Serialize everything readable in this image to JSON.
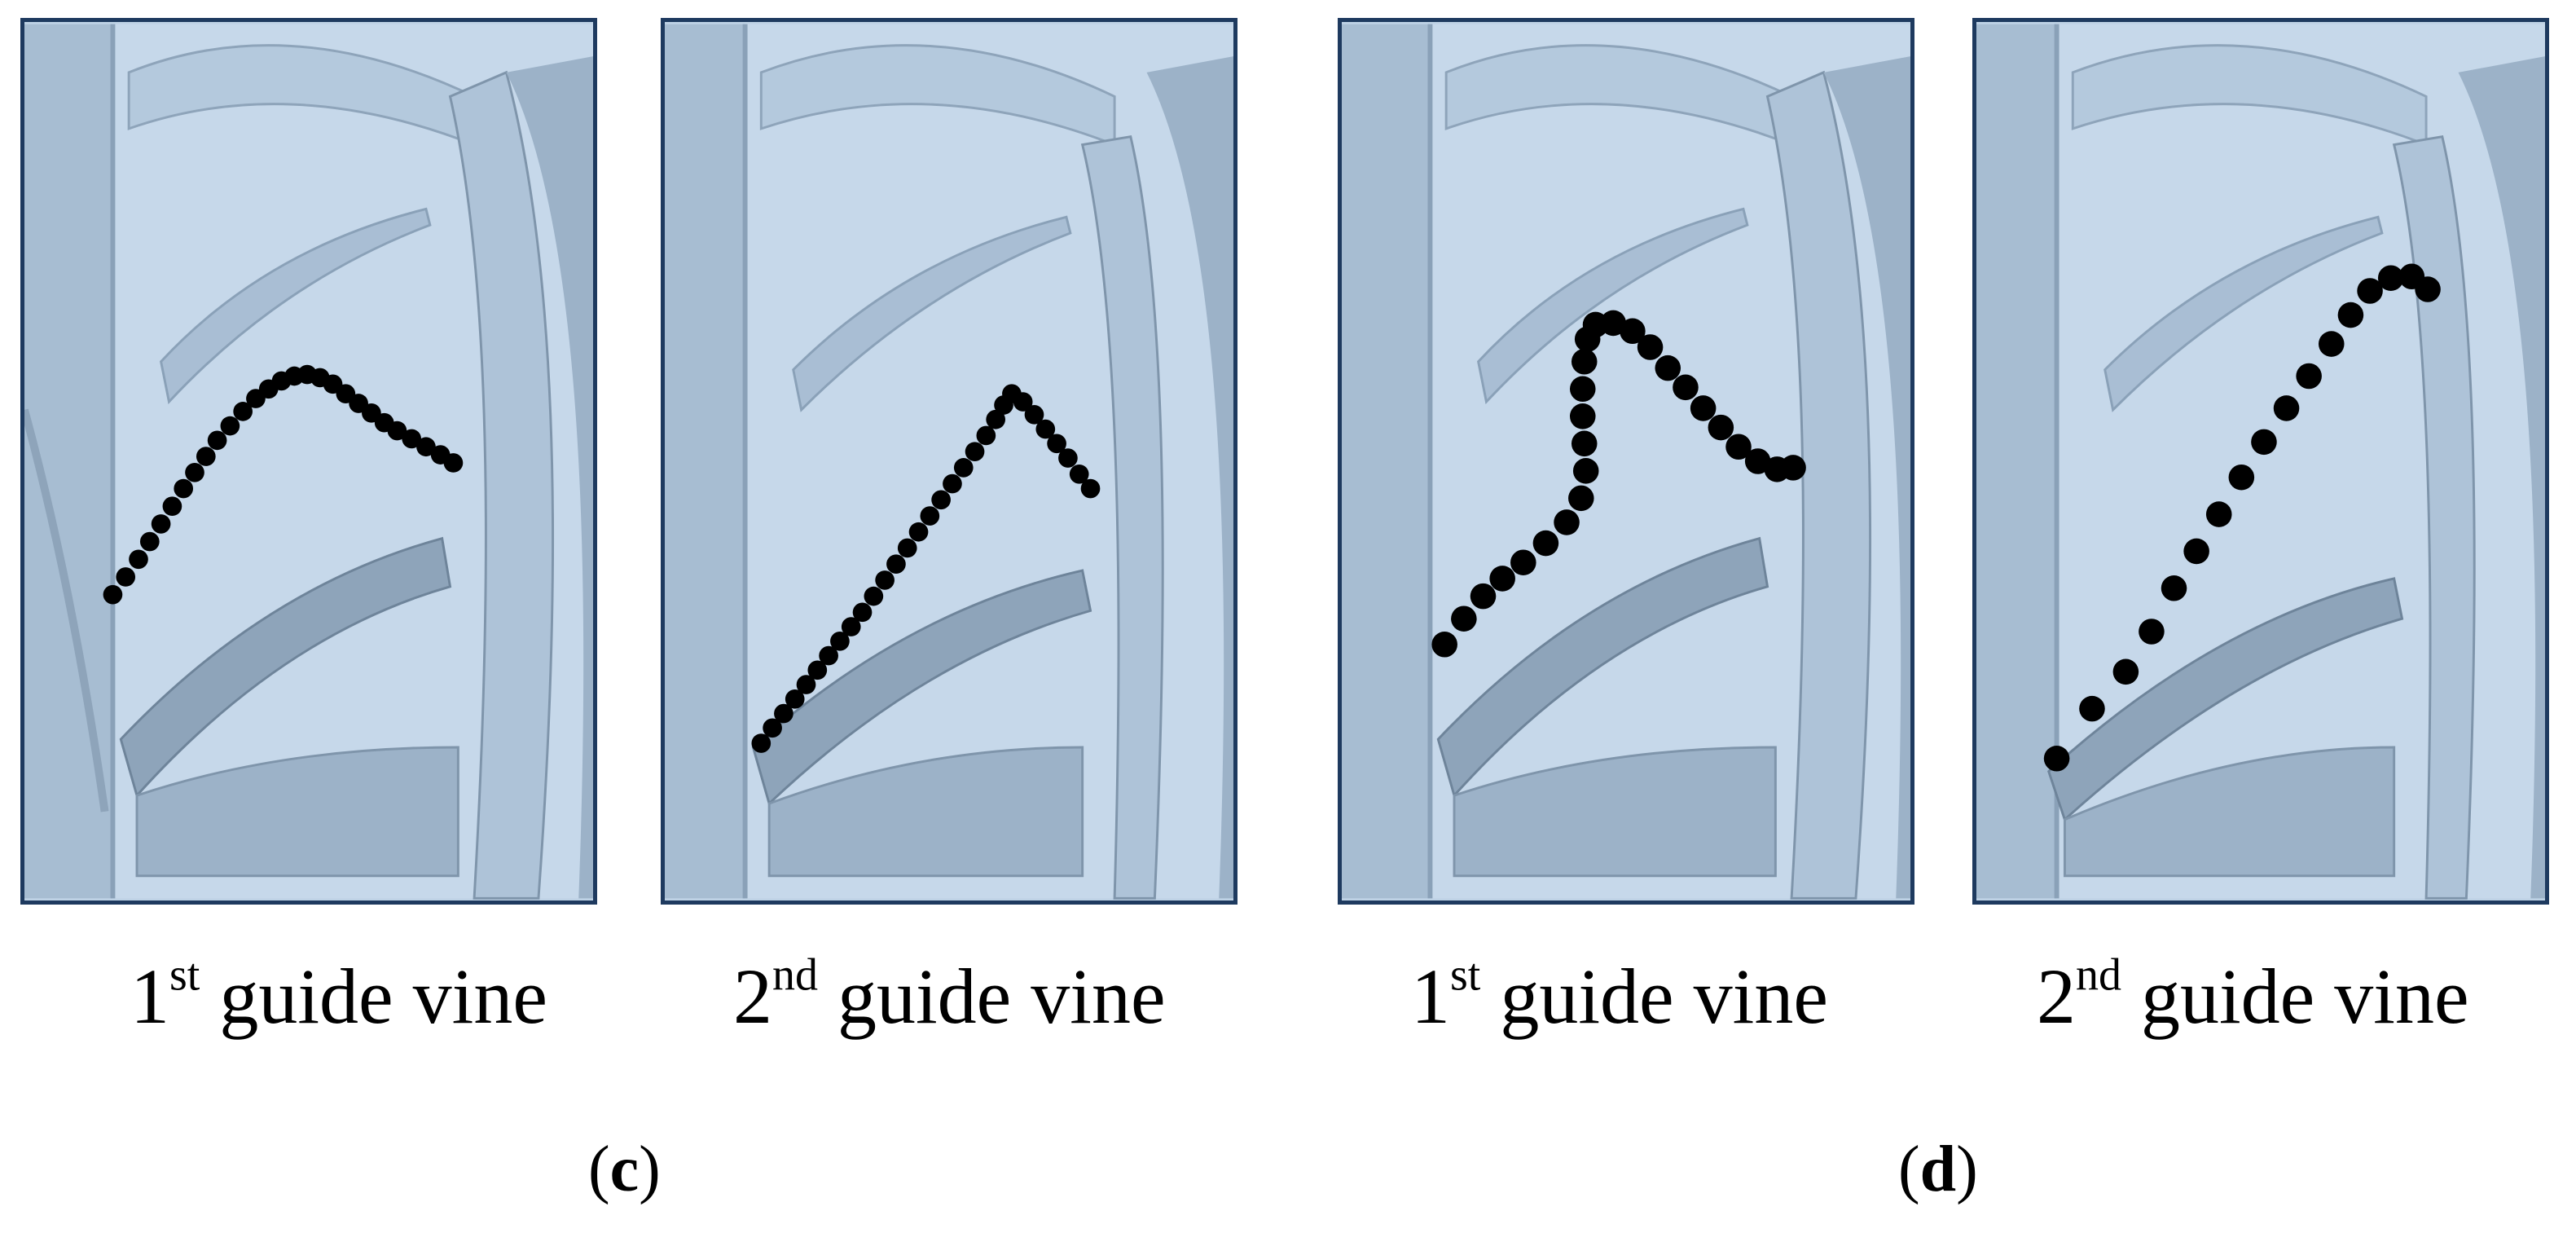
{
  "panels": [
    {
      "id": "c1",
      "group": "c",
      "caption_num": "1",
      "caption_sup": "st",
      "caption_text": " guide vine"
    },
    {
      "id": "c2",
      "group": "c",
      "caption_num": "2",
      "caption_sup": "nd",
      "caption_text": " guide vine"
    },
    {
      "id": "d1",
      "group": "d",
      "caption_num": "1",
      "caption_sup": "st",
      "caption_text": " guide vine"
    },
    {
      "id": "d2",
      "group": "d",
      "caption_num": "2",
      "caption_sup": "nd",
      "caption_text": " guide vine"
    }
  ],
  "subfigure_labels": {
    "c": {
      "open": "(",
      "letter": "c",
      "close": ")"
    },
    "d": {
      "open": "(",
      "letter": "d",
      "close": ")"
    }
  },
  "colors": {
    "frame": "#1e3a5f",
    "background_model": "#bfd3e6",
    "blade": "#a9bed4",
    "blade_dark": "#7f95ab",
    "trajectory_dot": "#000000"
  }
}
